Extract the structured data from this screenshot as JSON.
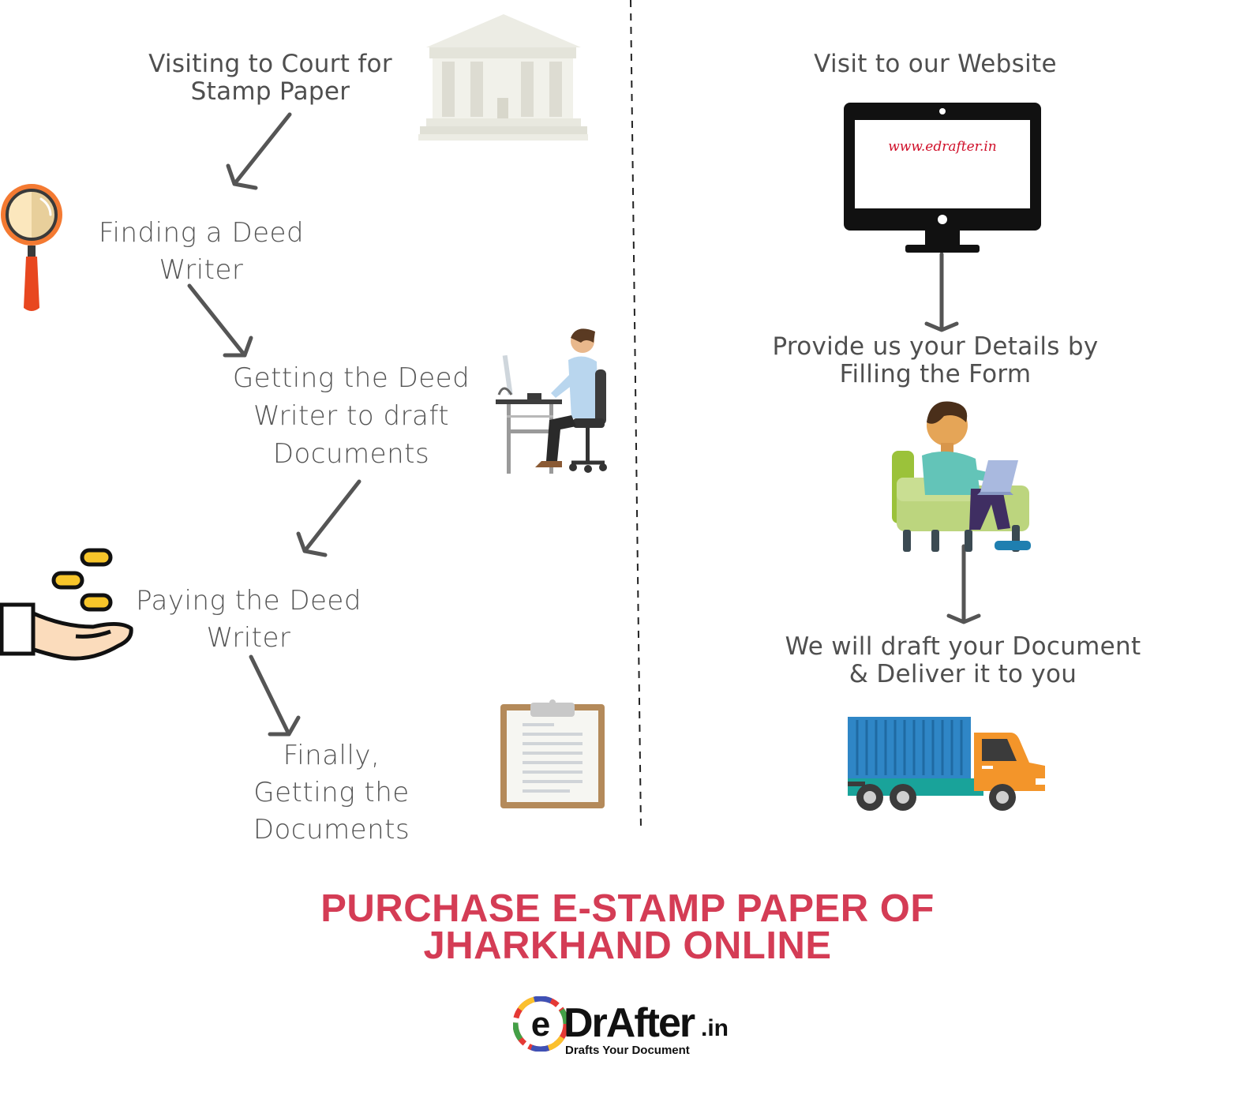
{
  "offline_process": {
    "steps": [
      "Visiting to Court for\nStamp Paper",
      "Finding a Deed\nWriter",
      "Getting the Deed\nWriter to draft\nDocuments",
      "Paying the Deed\nWriter",
      "Finally,\nGetting the Documents"
    ]
  },
  "online_process": {
    "steps": [
      "Visit to our Website",
      "Provide us your Details by\nFilling the Form",
      "We will draft your Document\n& Deliver it to you"
    ],
    "monitor_text": "www.edrafter.in"
  },
  "title_lines": [
    "PURCHASE E-STAMP PAPER OF",
    "JHARKHAND ONLINE"
  ],
  "logo": {
    "brand": "DrAfter",
    "suffix": ".in",
    "tagline": "Drafts Your Document"
  },
  "icons": [
    "court-icon",
    "magnifier-icon",
    "office-worker-icon",
    "coins-hand-icon",
    "clipboard-icon",
    "monitor-icon",
    "laptop-person-icon",
    "truck-icon"
  ],
  "colors": {
    "title": "#d43c55",
    "text": "#4f4f4f",
    "arrow": "#555555",
    "monitor_text": "#d0102a"
  }
}
